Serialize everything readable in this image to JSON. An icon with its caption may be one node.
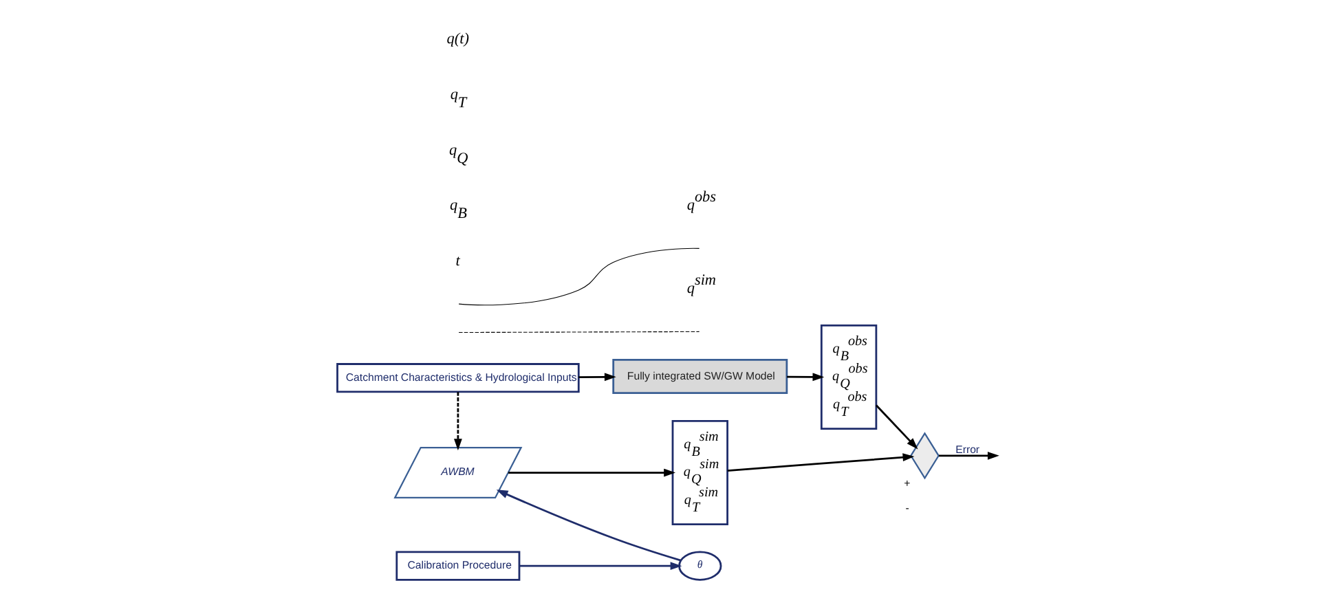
{
  "diagram": {
    "nodes": [
      {
        "text": [
          "Catchment Characteristics & Hydrological Inputs"
        ]
      },
      {
        "text": [
          "Fully integrated SW/GW Model"
        ]
      },
      {
        "text": [
          "q$_{B}$$^{obs}$",
          "q$_{Q}$$^{obs}$",
          "q$_{T}$$^{obs}$"
        ]
      },
      {
        "text": [],
        "shape": "diamond",
        "beside": [
          "+",
          "-"
        ]
      },
      {
        "text": [
          "AWBM"
        ]
      },
      {
        "text": [
          "q$_{B}$$^{sim}$",
          "q$_{Q}$$^{sim}$",
          "q$_{T}$$^{sim}$"
        ]
      },
      {
        "text": [
          "θ"
        ]
      },
      {
        "text": [
          "Calibration Procedure"
        ]
      }
    ],
    "edges": [
      {
        "from": 0,
        "to": 1,
        "arrow": "to"
      },
      {
        "from": 1,
        "to": 2,
        "arrow": "to"
      },
      {
        "from": 2,
        "to": 3,
        "arrow": "to"
      },
      {
        "from": 5,
        "to": 3,
        "arrow": "to"
      },
      {
        "from": 3,
        "to": null,
        "arrow": "to",
        "label": "Error"
      },
      {
        "from": 0,
        "to": 4,
        "arrow": "to",
        "style": "dashed"
      },
      {
        "from": 4,
        "to": 5,
        "arrow": "to"
      },
      {
        "from": 6,
        "to": 4,
        "arrow": "to",
        "color": "#1f2d6b"
      },
      {
        "from": 7,
        "to": 6,
        "arrow": "to",
        "color": "#1f2d6b"
      }
    ],
    "labels": [
      "q(t)",
      "q$_{T}$",
      "q$_{Q}$",
      "q$_{B}$",
      "t"
    ],
    "legend": [
      {
        "text": "q$^{obs}$"
      },
      {
        "text": "q$^{sim}$"
      }
    ]
  }
}
